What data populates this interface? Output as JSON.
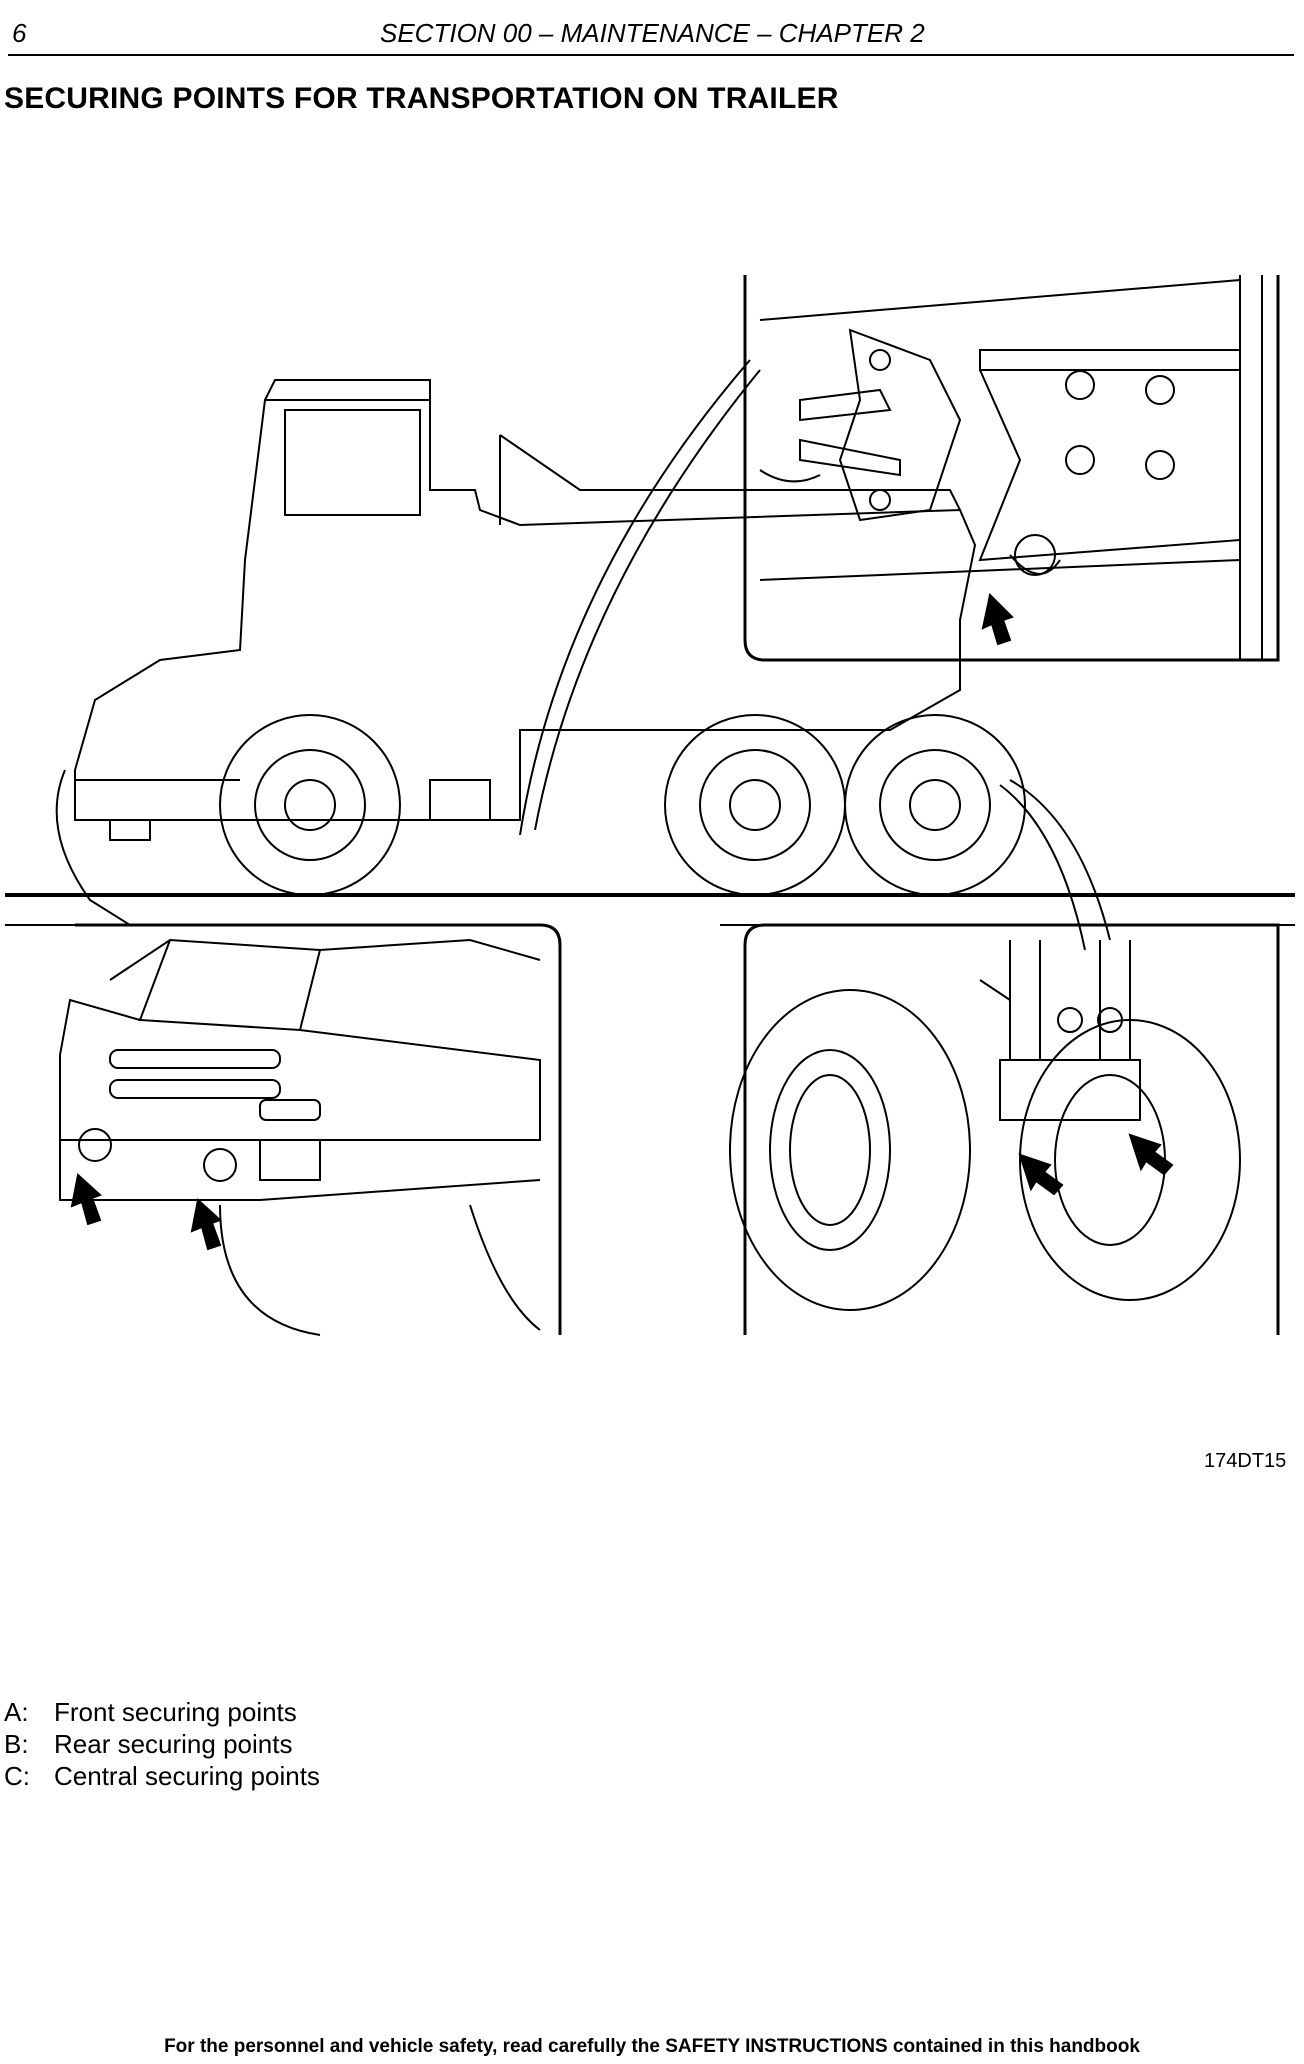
{
  "header": {
    "page_number": "6",
    "section_line": "SECTION 00 – MAINTENANCE – CHAPTER 2"
  },
  "page_title": "SECURING POINTS FOR TRANSPORTATION ON TRAILER",
  "figure": {
    "reference": "174DT15"
  },
  "legend": [
    {
      "key": "A:",
      "text": "Front securing points"
    },
    {
      "key": "B:",
      "text": "Rear securing points"
    },
    {
      "key": "C:",
      "text": "Central securing points"
    }
  ],
  "footer": {
    "note": "For the personnel and vehicle safety, read carefully the SAFETY INSTRUCTIONS contained in this handbook"
  }
}
